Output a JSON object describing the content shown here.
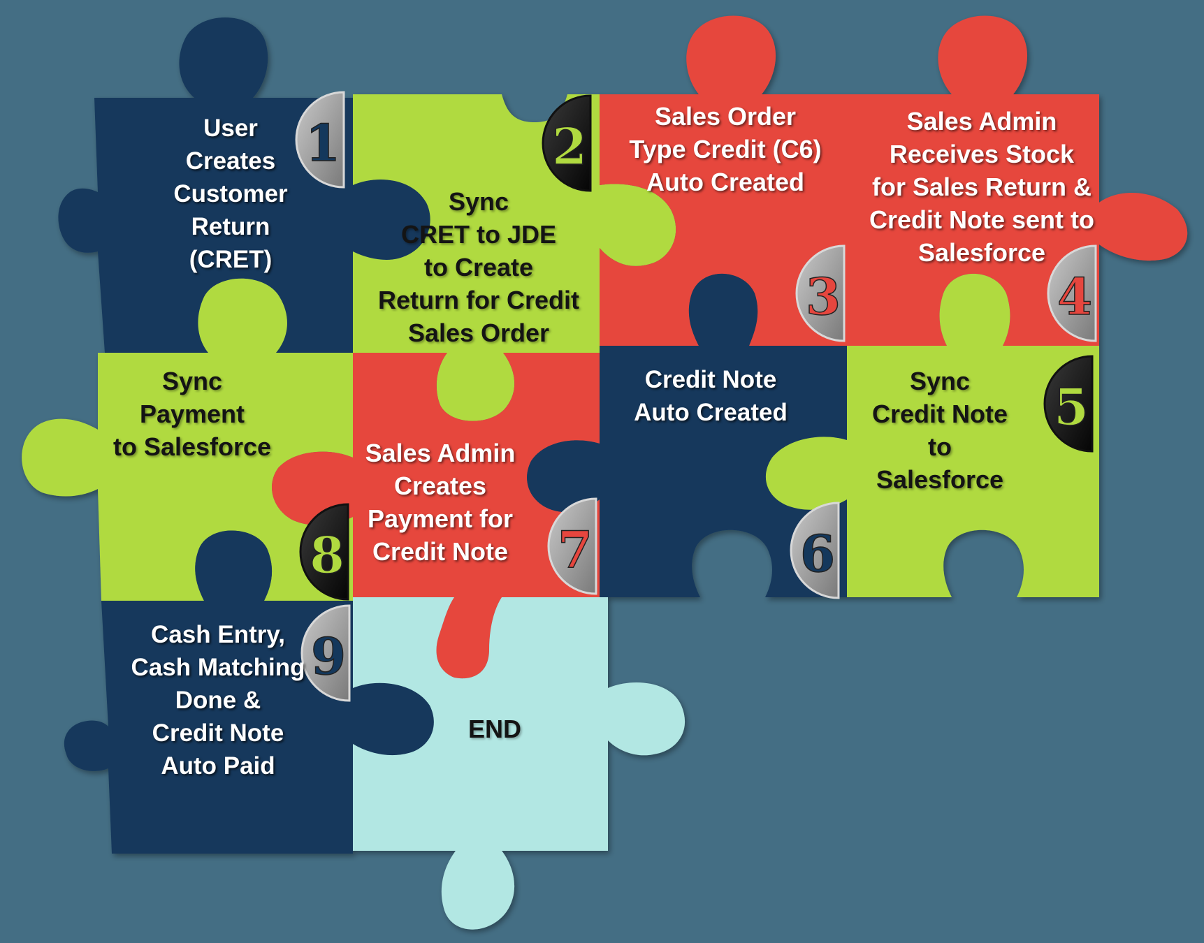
{
  "colors": {
    "background": "#446e84",
    "navy": "#14385c",
    "green": "#b0da40",
    "red": "#e6463e",
    "teal": "#b2e7e3"
  },
  "pieces": [
    {
      "step": "1",
      "color": "navy",
      "lines": [
        "User",
        "Creates",
        "Customer",
        "Return",
        "(CRET)"
      ]
    },
    {
      "step": "2",
      "color": "green",
      "lines": [
        "Sync",
        "CRET to JDE",
        "to Create",
        "Return for Credit",
        "Sales Order"
      ]
    },
    {
      "step": "3",
      "color": "red",
      "lines": [
        "Sales Order",
        "Type Credit (C6)",
        "Auto Created"
      ]
    },
    {
      "step": "4",
      "color": "red",
      "lines": [
        "Sales Admin",
        "Receives Stock",
        "for Sales Return &",
        "Credit Note sent to",
        "Salesforce"
      ]
    },
    {
      "step": "5",
      "color": "green",
      "lines": [
        "Sync",
        "Credit Note",
        "to",
        "Salesforce"
      ]
    },
    {
      "step": "6",
      "color": "navy",
      "lines": [
        "Credit Note",
        "Auto Created"
      ]
    },
    {
      "step": "7",
      "color": "red",
      "lines": [
        "Sales Admin",
        "Creates",
        "Payment for",
        "Credit Note"
      ]
    },
    {
      "step": "8",
      "color": "green",
      "lines": [
        "Sync",
        "Payment",
        "to Salesforce"
      ]
    },
    {
      "step": "9",
      "color": "navy",
      "lines": [
        "Cash Entry,",
        "Cash Matching",
        "Done &",
        "Credit Note",
        "Auto Paid"
      ]
    },
    {
      "step": "",
      "color": "teal",
      "lines": [
        "END"
      ]
    }
  ]
}
